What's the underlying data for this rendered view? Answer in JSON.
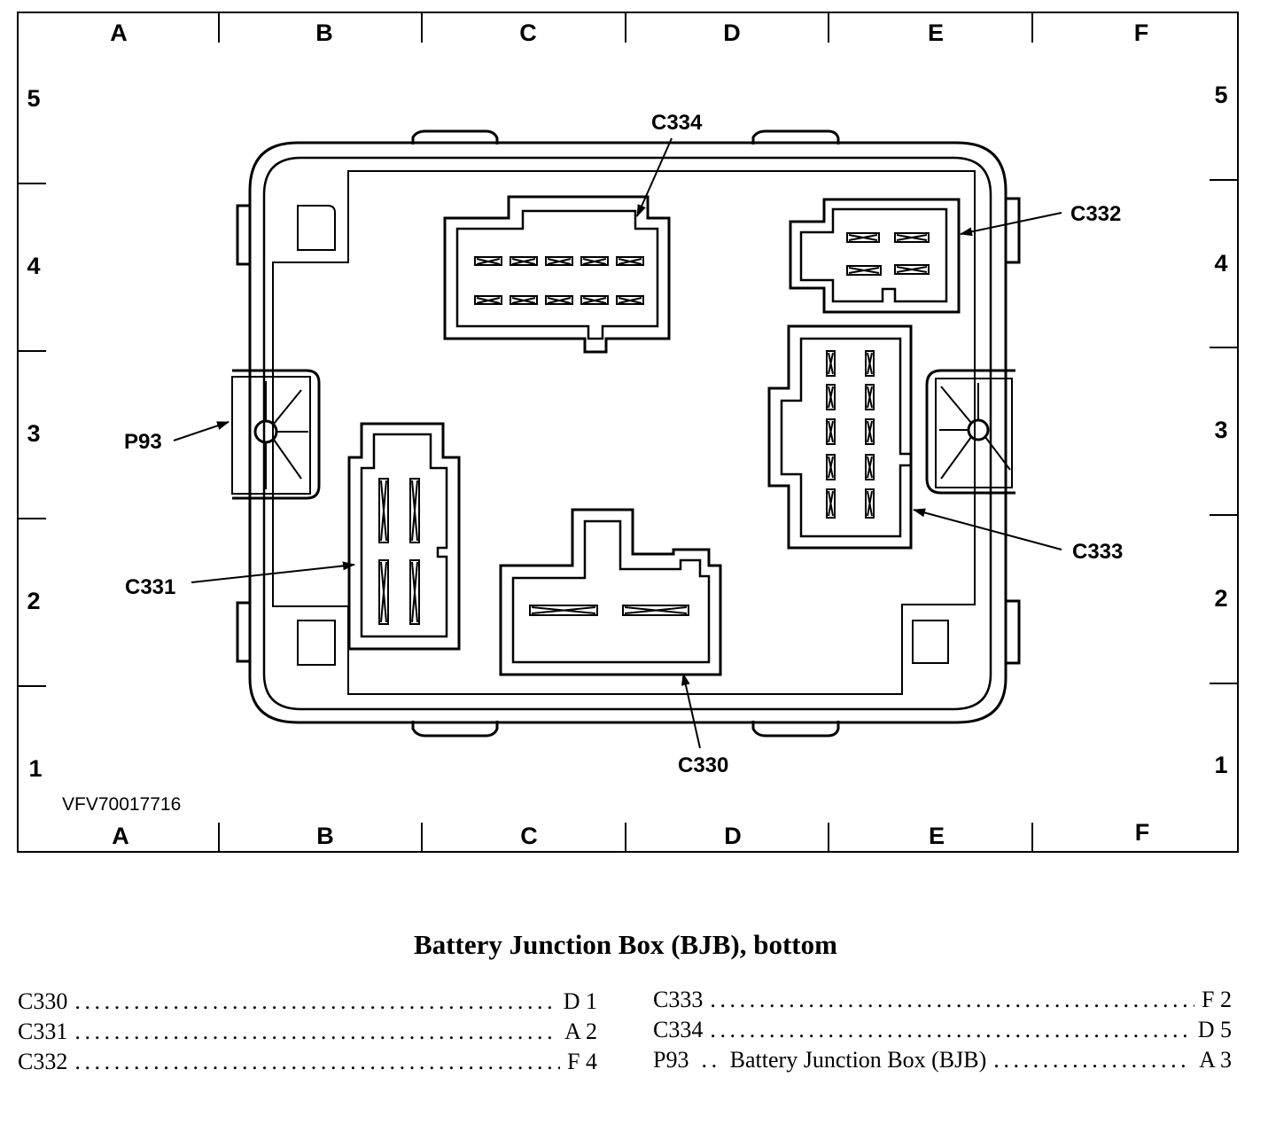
{
  "diagram": {
    "columns": [
      "A",
      "B",
      "C",
      "D",
      "E",
      "F"
    ],
    "rows": [
      "5",
      "4",
      "3",
      "2",
      "1"
    ],
    "figure_id": "VFV70017716",
    "callouts": {
      "c334": "C334",
      "c332": "C332",
      "p93": "P93",
      "c333": "C333",
      "c331": "C331",
      "c330": "C330"
    }
  },
  "caption": "Battery Junction Box (BJB), bottom",
  "legend": [
    {
      "code": "C330",
      "desc": "",
      "location": "D 1"
    },
    {
      "code": "C331",
      "desc": "",
      "location": "A 2"
    },
    {
      "code": "C332",
      "desc": "",
      "location": "F 4"
    },
    {
      "code": "C333",
      "desc": "",
      "location": "F 2"
    },
    {
      "code": "C334",
      "desc": "",
      "location": "D 5"
    },
    {
      "code": "P93",
      "desc": "Battery Junction Box (BJB)",
      "location": "A 3"
    }
  ]
}
